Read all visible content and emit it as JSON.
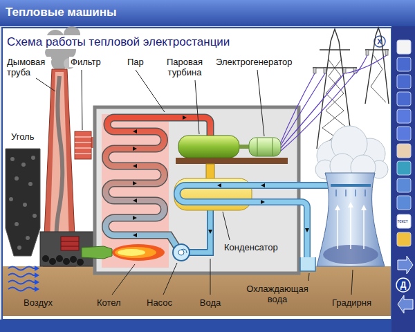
{
  "diagram": {
    "title": "Схема работы тепловой электростанции",
    "labels": [
      "Тепловые машины",
      "X",
      "Дымовая труба",
      "Фильтр",
      "Пар",
      "Паровая турбина",
      "Электрогенератор",
      "Уголь",
      "Конденсатор",
      "Воздух",
      "Котел",
      "Насос",
      "Вода",
      "Охлаждающая вода",
      "Градирня",
      "текст",
      "Д"
    ]
  }
}
